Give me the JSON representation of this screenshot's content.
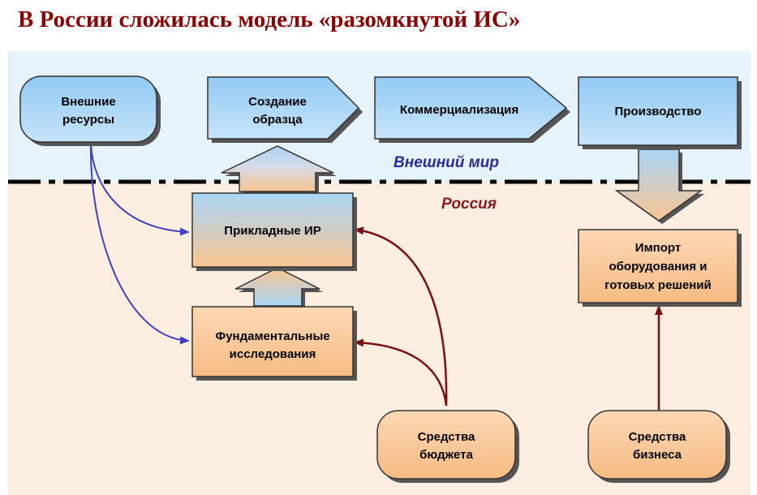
{
  "title": "В России сложилась модель «разомкнутой ИС»",
  "zones": {
    "outer": "Внешний мир",
    "russia": "Россия"
  },
  "nodes": {
    "external_resources": [
      "Внешние",
      "ресурсы"
    ],
    "prototype": [
      "Создание",
      "образца"
    ],
    "commercialization": [
      "Коммерциализация"
    ],
    "production": [
      "Производство"
    ],
    "applied_research": [
      "Прикладные ИР"
    ],
    "fundamental_research": [
      "Фундаментальные",
      "исследования"
    ],
    "import": [
      "Импорт",
      "оборудования и",
      "готовых решений"
    ],
    "budget_funds": [
      "Средства",
      "бюджета"
    ],
    "business_funds": [
      "Средства",
      "бизнеса"
    ]
  },
  "colors": {
    "title": "#8b0000",
    "outer_zone_label": "#2a2a9a",
    "russia_zone_label": "#8b1a1a",
    "outer_bg": "#e6f3fb",
    "russia_bg": "#fdeee2",
    "blue_fill": "#a9d6f7",
    "orange_fill": "#f9c795",
    "blue_arrow": "#4040c0",
    "red_arrow": "#7a1010"
  }
}
